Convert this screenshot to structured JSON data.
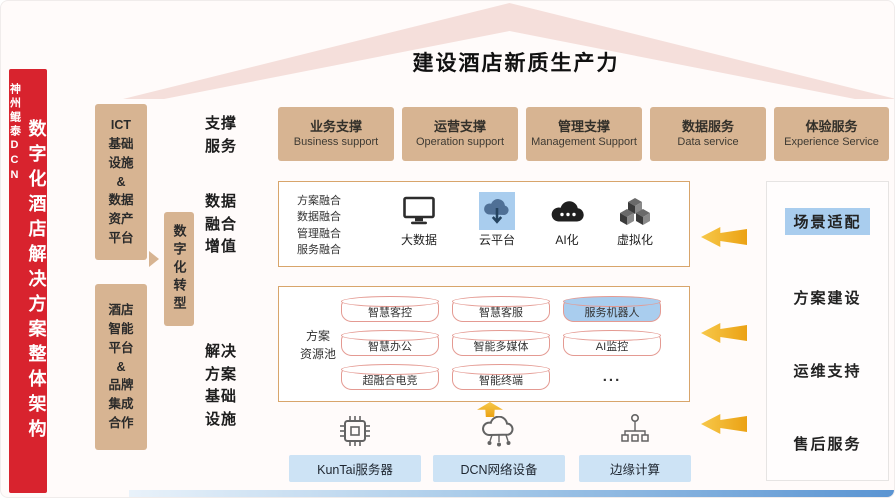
{
  "title": "建设酒店新质生产力",
  "left_bar": {
    "main": "数字化酒店解决方案整体架构",
    "sub": "神州鲲泰DCN"
  },
  "platforms": [
    {
      "label": "ICT\n基础\n设施\n&\n数据\n资产\n平台"
    },
    {
      "label": "酒店\n智能\n平台\n&\n品牌\n集成\n合作"
    }
  ],
  "transform_label": "数字化转型",
  "sections": {
    "support": "支撑\n服务",
    "fusion": "数据\n融合\n增值",
    "infra": "解决\n方案\n基础\n设施"
  },
  "support_items": [
    {
      "zh": "业务支撑",
      "en": "Business support"
    },
    {
      "zh": "运营支撑",
      "en": "Operation support"
    },
    {
      "zh": "管理支撑",
      "en": "Management Support"
    },
    {
      "zh": "数据服务",
      "en": "Data service"
    },
    {
      "zh": "体验服务",
      "en": "Experience Service"
    }
  ],
  "fusion": {
    "list": [
      "方案融合",
      "数据融合",
      "管理融合",
      "服务融合"
    ],
    "items": [
      {
        "label": "大数据",
        "icon": "monitor-icon",
        "highlight": false
      },
      {
        "label": "云平台",
        "icon": "cloud-download-icon",
        "highlight": true
      },
      {
        "label": "AI化",
        "icon": "ai-cloud-icon",
        "highlight": false
      },
      {
        "label": "虚拟化",
        "icon": "cubes-icon",
        "highlight": false
      }
    ]
  },
  "pool": {
    "label": "方案\n资源池",
    "items": [
      {
        "label": "智慧客控",
        "highlight": false
      },
      {
        "label": "智慧客服",
        "highlight": false
      },
      {
        "label": "服务机器人",
        "highlight": true
      },
      {
        "label": "智慧办公",
        "highlight": false
      },
      {
        "label": "智能多媒体",
        "highlight": false
      },
      {
        "label": "AI监控",
        "highlight": false
      },
      {
        "label": "超融合电竞",
        "highlight": false
      },
      {
        "label": "智能终端",
        "highlight": false
      },
      {
        "label": "...",
        "plain": true
      }
    ]
  },
  "hardware": [
    {
      "label": "KunTai服务器",
      "icon": "chip-icon"
    },
    {
      "label": "DCN网络设备",
      "icon": "cloud-network-icon"
    },
    {
      "label": "边缘计算",
      "icon": "edge-node-icon"
    }
  ],
  "right_panel": {
    "items": [
      {
        "label": "场景适配",
        "highlight": true
      },
      {
        "label": "方案建设",
        "highlight": false
      },
      {
        "label": "运维支持",
        "highlight": false
      },
      {
        "label": "售后服务",
        "highlight": false
      }
    ]
  },
  "colors": {
    "accent_red": "#d8232e",
    "tan": "#d7b492",
    "highlight_blue": "#a9cdee",
    "hardware_blue": "#cde3f5",
    "arrow_gold": "#efb02e",
    "cylinder_border": "#e49a92",
    "outline_tan": "#d8a56b"
  }
}
